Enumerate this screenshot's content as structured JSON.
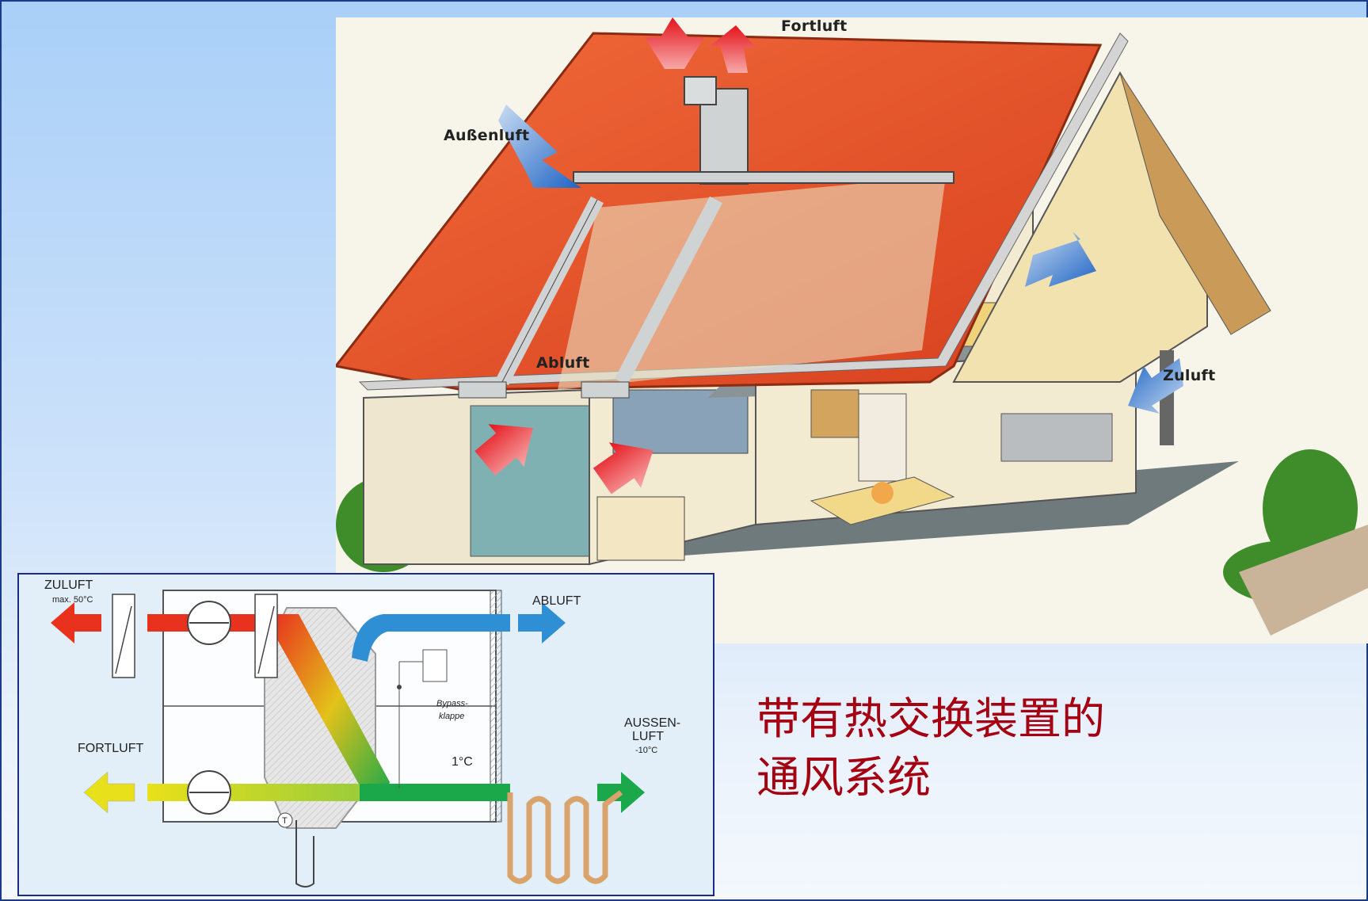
{
  "house": {
    "labels": {
      "fortluft": "Fortluft",
      "aussenluft": "Außenluft",
      "abluft": "Abluft",
      "zuluft": "Zuluft"
    }
  },
  "schematic": {
    "zuluft": "ZULUFT",
    "zuluft_temp": "max. 50°C",
    "abluft": "ABLUFT",
    "fortluft": "FORTLUFT",
    "aussenluft_line1": "AUSSEN-",
    "aussenluft_line2": "LUFT",
    "aussenluft_temp": "-10°C",
    "bypass_line1": "Bypass-",
    "bypass_line2": "klappe",
    "temp_1c": "1°C",
    "sensor": "T"
  },
  "caption": {
    "line1": "带有热交换装置的",
    "line2": "通风系统"
  },
  "colors": {
    "caption": "#a40012",
    "frame": "#1c3a8a",
    "roof": "#e8502b",
    "supply": "#e8321e",
    "exhaust": "#2e8fd4",
    "outdoor": "#1aa84a",
    "outgoing": "#e8e01a"
  }
}
